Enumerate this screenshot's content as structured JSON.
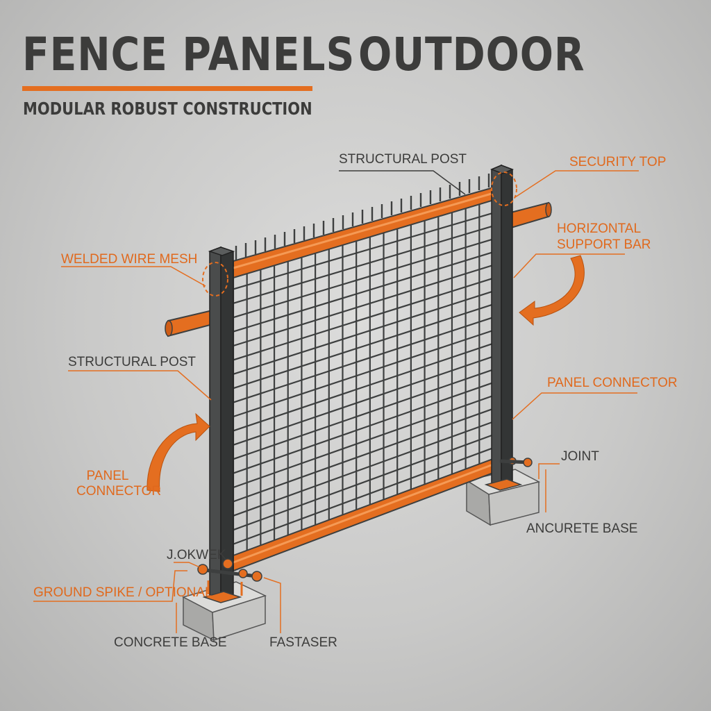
{
  "header": {
    "title": "FENCE PANELS",
    "title_second": "OUTDOOR",
    "subtitle": "MODULAR ROBUST CONSTRUCTION"
  },
  "labels": {
    "structural_post_top": "STRUCTURAL POST",
    "security_top": "SECURITY TOP",
    "horizontal_support_bar_line1": "HORIZONTAL",
    "horizontal_support_bar_line2": "SUPPORT BAR",
    "welded_wire_mesh": "WELDED WIRE MESH",
    "structural_post_left": "STRUCTURAL POST",
    "panel_connector_right": "PANEL CONNECTOR",
    "panel_connector_left_line1": "PANEL",
    "panel_connector_left_line2": "CONNECTOR",
    "joint": "JOINT",
    "ancurete_base": "ANCURETE BASE",
    "jokwek": "J.OKWEK",
    "ground_spike": "GROUND SPIKE / OPTIONAL",
    "concrete_base": "CONCRETE BASE",
    "fastaser": "FASTASER"
  },
  "colors": {
    "accent": "#e46e20",
    "steel": "#3d3f3f",
    "text_dark": "#3c3c3b",
    "background": "#cfcfce",
    "concrete": "#c2c2c0"
  }
}
